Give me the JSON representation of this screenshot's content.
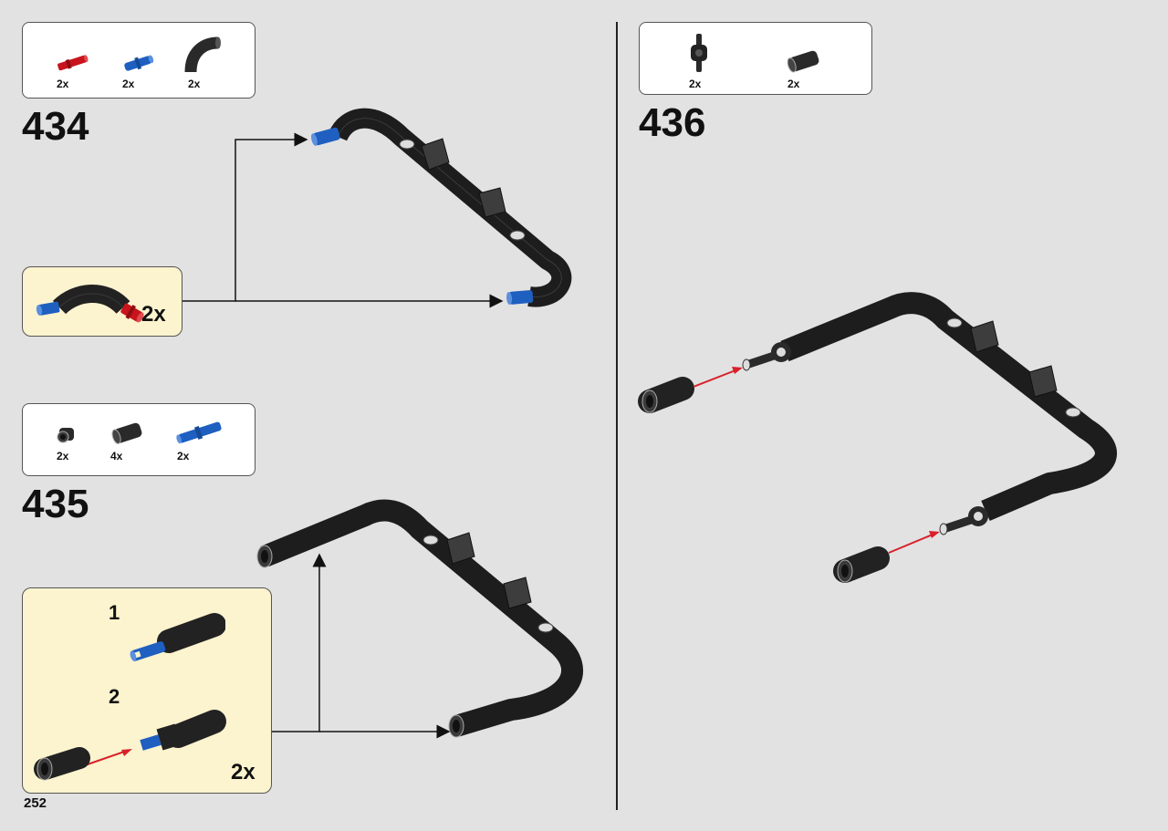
{
  "page": {
    "number": "252"
  },
  "steps": [
    {
      "number": "434",
      "parts": [
        {
          "icon": "red-connector-pin-icon",
          "qty": "2x",
          "color": "#c8141c"
        },
        {
          "icon": "blue-axle-pin-icon",
          "qty": "2x",
          "color": "#1e5fc0"
        },
        {
          "icon": "curved-tube-icon",
          "qty": "2x",
          "color": "#2a2a2a"
        }
      ],
      "sub_assembly": {
        "qty": "2x"
      }
    },
    {
      "number": "435",
      "parts": [
        {
          "icon": "short-tube-icon",
          "qty": "2x",
          "color": "#2a2a2a"
        },
        {
          "icon": "tube-segment-icon",
          "qty": "4x",
          "color": "#2a2a2a"
        },
        {
          "icon": "blue-long-pin-icon",
          "qty": "2x",
          "color": "#1e5fc0"
        }
      ],
      "sub_assembly": {
        "step1": "1",
        "step2": "2",
        "qty": "2x"
      }
    },
    {
      "number": "436",
      "parts": [
        {
          "icon": "cross-connector-icon",
          "qty": "2x",
          "color": "#2a2a2a"
        },
        {
          "icon": "tube-segment-icon",
          "qty": "2x",
          "color": "#2a2a2a"
        }
      ]
    }
  ],
  "colors": {
    "background": "#e2e2e2",
    "callout": "#fcf3cf",
    "arrow_red": "#d8202a",
    "pipe": "#1f1f1f"
  }
}
